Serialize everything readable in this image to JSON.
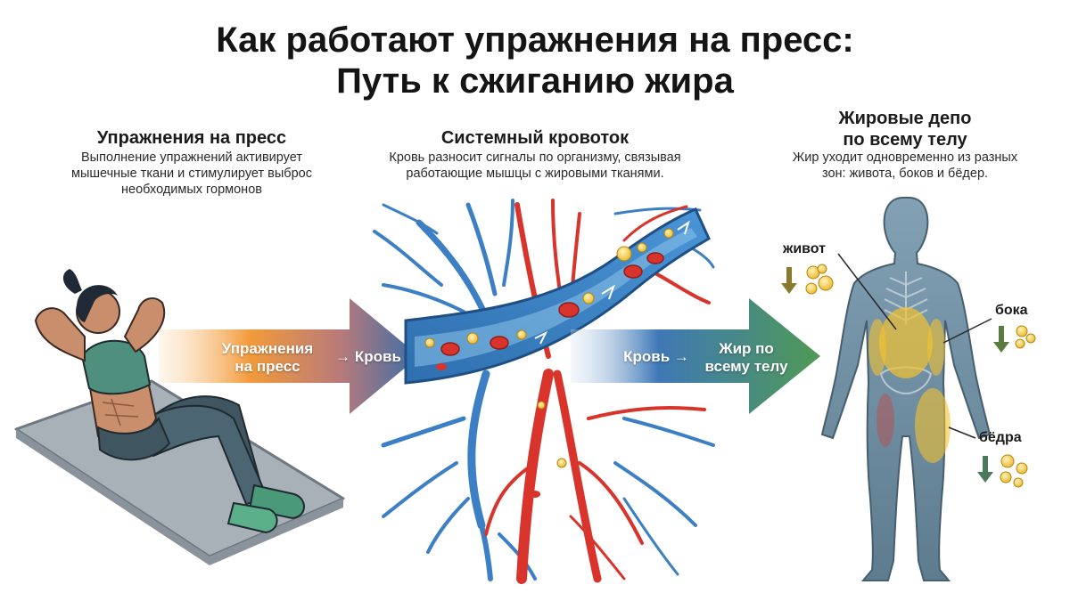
{
  "title": {
    "line1": "Как работают упражнения на пресс:",
    "line2": "Путь к сжиганию жира"
  },
  "columns": [
    {
      "heading": "Упражнения на пресс",
      "description_lines": [
        "Выполнение упражнений активирует",
        "мышечные ткани и стимулирует выброс",
        "необходимых гормонов"
      ]
    },
    {
      "heading": "Системный кровоток",
      "description_lines": [
        "Кровь разносит сигналы по организму, связывая",
        "работающие мышцы с жировыми тканями."
      ]
    },
    {
      "heading_lines": [
        "Жировые депо",
        "по всему телу"
      ],
      "description_lines": [
        "Жир уходит одновременно из разных",
        "зон: живота, боков и бёдер."
      ]
    }
  ],
  "flow": {
    "arrow1": {
      "from_lines": [
        "Упражнения",
        "на пресс"
      ],
      "arrow": "→",
      "to": "Кровь"
    },
    "arrow2": {
      "from": "Кровь",
      "arrow": "→",
      "to_lines": [
        "Жир по",
        "всему телу"
      ]
    }
  },
  "zones": {
    "belly": "живот",
    "sides": "бока",
    "thighs": "бёдра"
  },
  "colors": {
    "artery": "#d9342b",
    "vein": "#3d7fc4",
    "fat": "#f2c230",
    "arrow_orange": "#f29a3a",
    "arrow_blue": "#3a6ea8",
    "arrow_green": "#4f9a55",
    "body": "#6f8ea3"
  }
}
